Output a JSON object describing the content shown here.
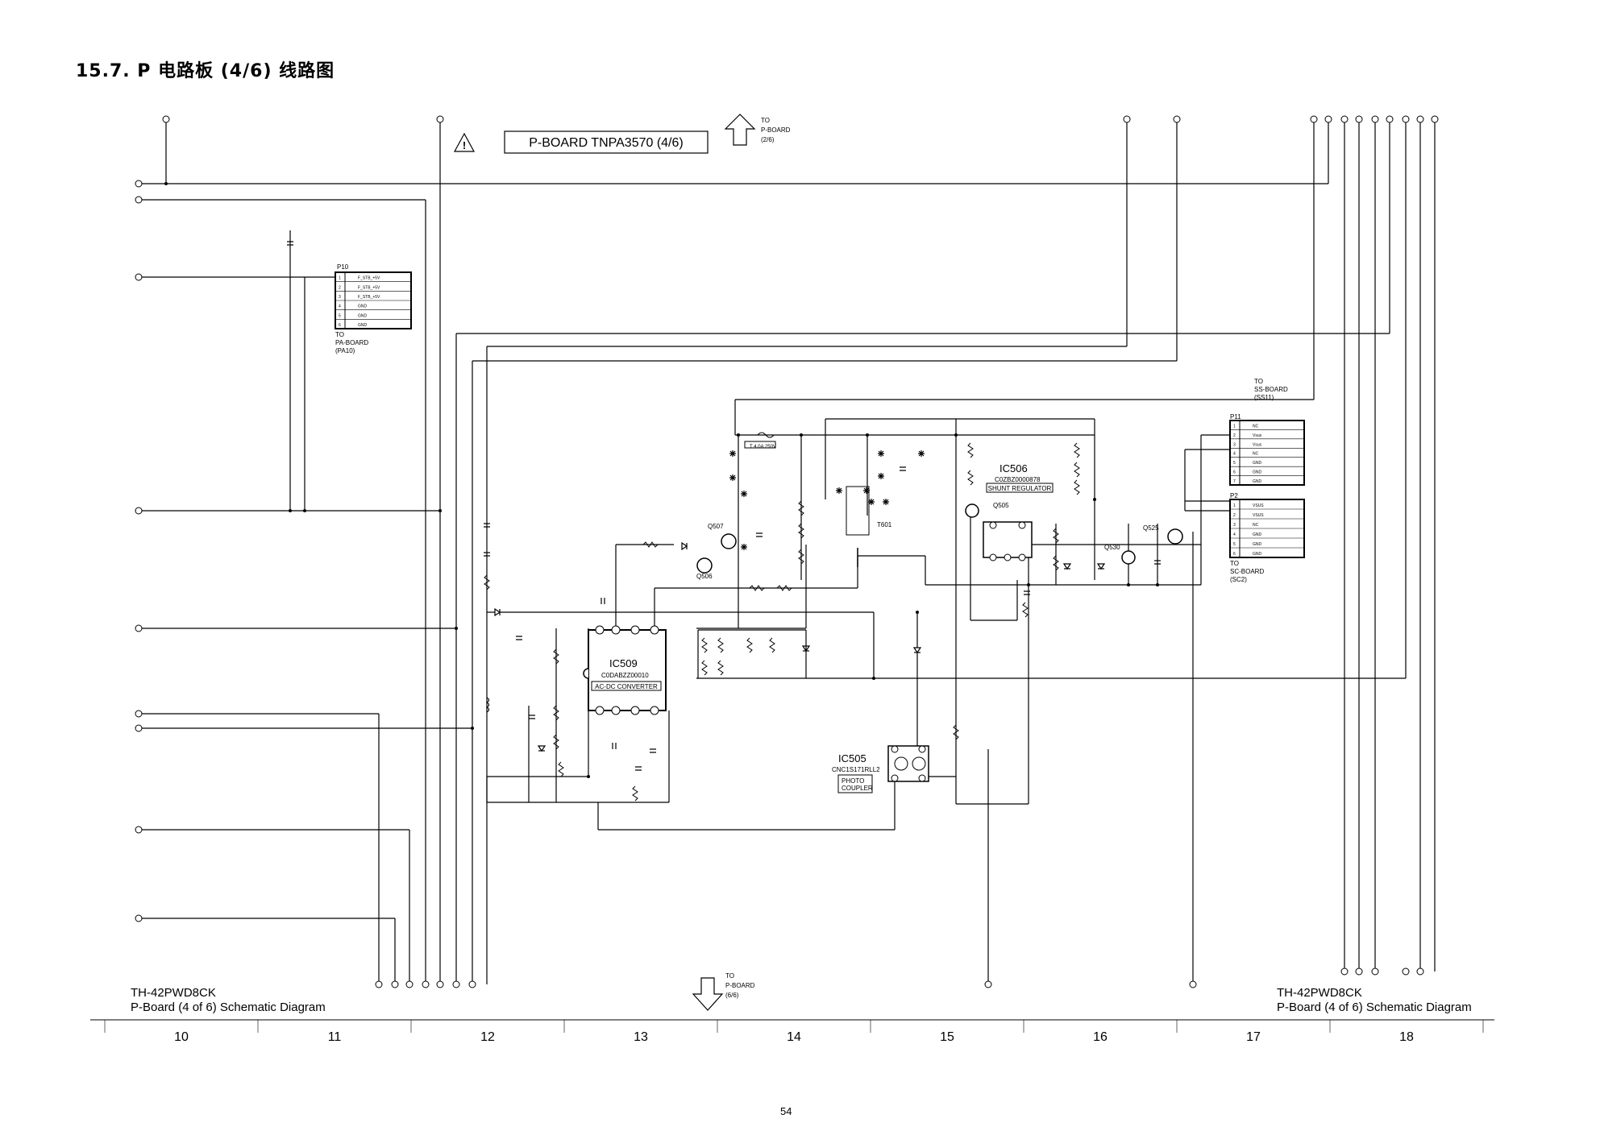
{
  "title": "15.7. P 电路板 (4/6) 线路图",
  "board_title": "P-BOARD TNPA3570 (4/6)",
  "page_number": "54",
  "model_blocks": {
    "left": {
      "model": "TH-42PWD8CK",
      "caption": "P-Board (4 of 6) Schematic Diagram"
    },
    "right": {
      "model": "TH-42PWD8CK",
      "caption": "P-Board (4 of 6) Schematic Diagram"
    }
  },
  "grid_columns": [
    "10",
    "11",
    "12",
    "13",
    "14",
    "15",
    "16",
    "17",
    "18"
  ],
  "connectors_out": {
    "top": {
      "line1": "TO",
      "line2": "P-BOARD",
      "line3": "(2/6)"
    },
    "bottom": {
      "line1": "TO",
      "line2": "P-BOARD",
      "line3": "(6/6)"
    },
    "pa": {
      "line1": "TO",
      "line2": "PA-BOARD",
      "line3": "(PA10)"
    },
    "ss": {
      "line1": "TO",
      "line2": "SS-BOARD",
      "line3": "(SS11)"
    },
    "sc": {
      "line1": "TO",
      "line2": "SC-BOARD",
      "line3": "(SC2)"
    }
  },
  "headers": {
    "p10": {
      "ref": "P10",
      "pins": [
        "F_STB_+5V",
        "F_STB_+5V",
        "F_STB_+5V",
        "GND",
        "GND",
        "GND"
      ]
    },
    "p11": {
      "ref": "P11",
      "pins": [
        "NC",
        "Vsus",
        "Vsus",
        "NC",
        "GND",
        "GND",
        "GND"
      ]
    },
    "p2": {
      "ref": "P2",
      "pins": [
        "VSUS",
        "VSUS",
        "NC",
        "GND",
        "GND",
        "GND"
      ]
    }
  },
  "ics": {
    "ic509": {
      "ref": "IC509",
      "part": "C0DABZZ00010",
      "function": "AC-DC CONVERTER"
    },
    "ic506": {
      "ref": "IC506",
      "part": "C0ZBZ0000878",
      "function": "SHUNT REGULATOR"
    },
    "ic505": {
      "ref": "IC505",
      "part": "CNC1S171RLL2",
      "function_l1": "PHOTO",
      "function_l2": "COUPLER"
    }
  },
  "components": {
    "q507": "Q507",
    "q506": "Q506",
    "q505": "Q505",
    "q530": "Q530",
    "q525": "Q525",
    "t601": "T601",
    "fuse": "T 4.0A 250V"
  },
  "colors": {
    "ink": "#000000",
    "paper": "#ffffff"
  }
}
